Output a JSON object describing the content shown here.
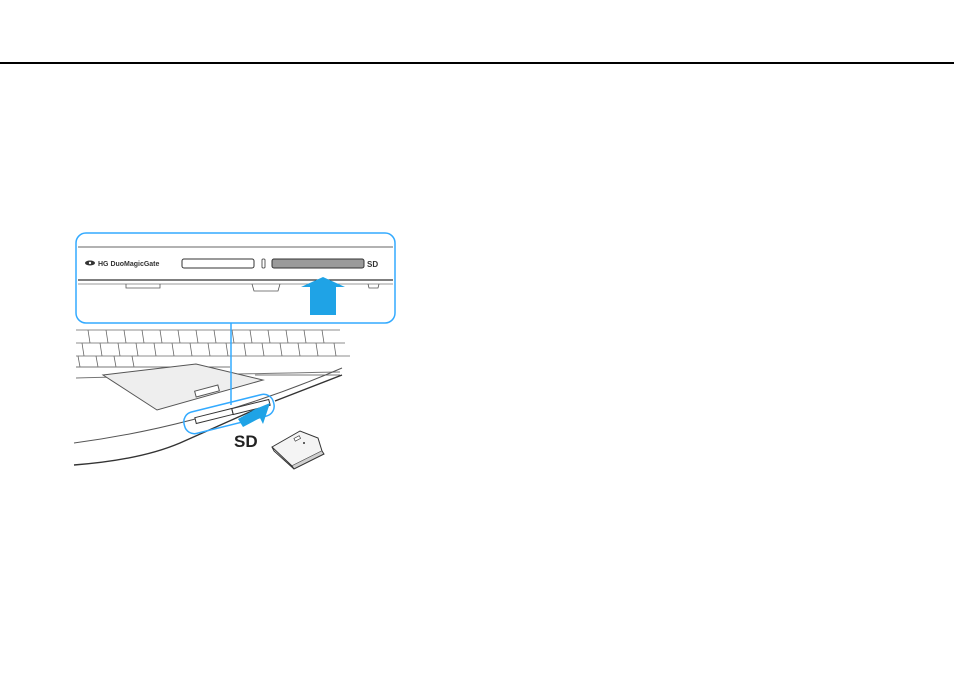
{
  "figure": {
    "callout": {
      "brand_logo": "HG Duo",
      "magicgate_label": "MagicGate",
      "sd_slot_label": "SD"
    },
    "main": {
      "sd_card_label": "SD"
    },
    "colors": {
      "accent_blue": "#1fa3e6",
      "callout_border": "#33aaff",
      "line_gray": "#555555",
      "slot_fill": "#9a9a9a"
    },
    "icons": [
      "eye-icon",
      "insert-arrow-icon",
      "sd-card-icon"
    ]
  }
}
